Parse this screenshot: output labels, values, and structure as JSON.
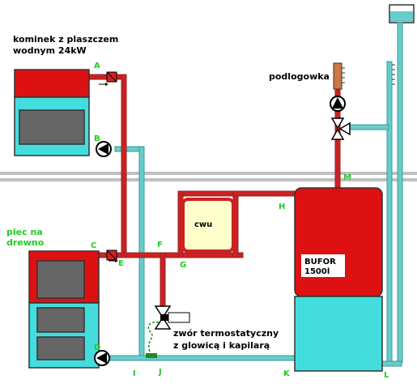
{
  "labels": {
    "kominek_line1": "kominek z plaszczem",
    "kominek_line2": "wodnym 24kW",
    "podlogowka": "podlogowka",
    "piec_line1": "piec na",
    "piec_line2": "drewno",
    "cwu": "cwu",
    "bufor_line1": "BUFOR",
    "bufor_line2": "1500l",
    "zawor_line1": "zwór termostatyczny",
    "zawor_line2": "z glowicą i  kapilarą"
  },
  "points": {
    "A": "A",
    "B": "B",
    "C": "C",
    "D": "D",
    "E": "E",
    "F": "F",
    "G": "G",
    "H": "H",
    "I": "I",
    "J": "J",
    "K": "K",
    "L": "L",
    "M": "M"
  },
  "colors": {
    "hot": "#cc2222",
    "hot_dark": "#992222",
    "cold": "#66cccc",
    "cold_dark": "#3a9a9a",
    "label_green": "#22cc22",
    "cwu_fill": "#ffffcc"
  }
}
